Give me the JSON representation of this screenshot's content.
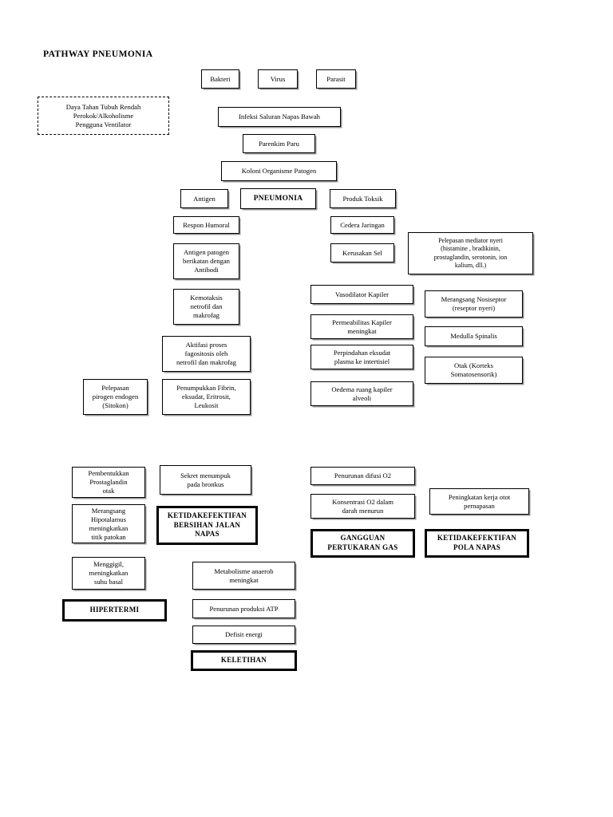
{
  "document": {
    "title": "PATHWAY PNEUMONIA"
  },
  "nodes": {
    "risk_factors": "Daya Tahan Tubuh Rendah\nPerokok/Alkoholisme\nPengguna Ventilator",
    "bakteri": "Bakteri",
    "virus": "Virus",
    "parasit": "Parasit",
    "infeksi": "Infeksi Saluran Napas Bawah",
    "parenkim": "Parenkim Paru",
    "koloni": "Koloni Organisme Patogen",
    "antigen": "Antigen",
    "pneumonia": "PNEUMONIA",
    "produk_toksik": "Produk Toksik",
    "respon_humoral": "Respon Humoral",
    "cedera_jaringan": "Cedera Jaringan",
    "antigen_patogen": "Antigen patogen\nberikatan dengan\nAntibodi",
    "kerusakan_sel": "Kerusakan Sel",
    "mediator_nyeri": "Pelepasan mediator nyeri\n(histamine , bradikinin,\nprostaglandin, serotonin, ion\nkalium, dll.)",
    "kemotaksis": "Kemotaksis\nnetrofil dan\nmakrofag",
    "vasodilator": "Vasodilator Kapiler",
    "nosiseptor": "Merangsang Nosiseptor\n(reseptor nyeri)",
    "permeabilitas": "Permeabilitas Kapiler\nmeningkat",
    "medulla": "Medulla Spinalis",
    "aktifasi_fagositosis": "Aktifasi proses\nfagositosis oleh\nnetrofil dan makrofag",
    "perpindahan_eksudat": "Perpindahan eksudat\nplasma ke intertisiel",
    "otak_korteks": "Otak (Korteks\nSomatosensorik)",
    "pelepasan_pirogen": "Pelepasan\npirogen endogen\n(Sitokon)",
    "penumpukan_fibrin": "Penumpukkan Fibrin,\neksudat, Eritrosit,\nLeukosit",
    "oedema": "Oedema ruang kapiler\nalveoli",
    "pembentukkan_prostaglandin": "Pembentukkan\nProstaglandin\notak",
    "sekret_bronkus": "Sekret menumpuk\npada bronkus",
    "penurunan_difusi": "Penurunan difusi O2",
    "merangsang_hipotalamus": "Merangsang\nHipotalamus\nmeningkatkan\ntitik patokan",
    "bersihan_jalan_napas": "KETIDAKEFEKTIFAN\nBERSIHAN JALAN\nNAPAS",
    "konsentrasi_o2": "Konsentrasi O2 dalam\ndarah menurun",
    "peningkatan_kerja_otot": "Peningkatan kerja otot\npernapasan",
    "menggigil": "Menggigil,\nmeningkatkan\nsuhu basal",
    "metabolisme_anaerob": "Metabolisme anaerob\nmeningkat",
    "gangguan_pertukaran_gas": "GANGGUAN\nPERTUKARAN GAS",
    "pola_napas": "KETIDAKEFEKTIFAN\nPOLA NAPAS",
    "hipertermi": "HIPERTERMI",
    "penurunan_atp": "Penurunan produksi ATP",
    "defisit_energi": "Defisit energi",
    "keletihan": "KELETIHAN"
  }
}
